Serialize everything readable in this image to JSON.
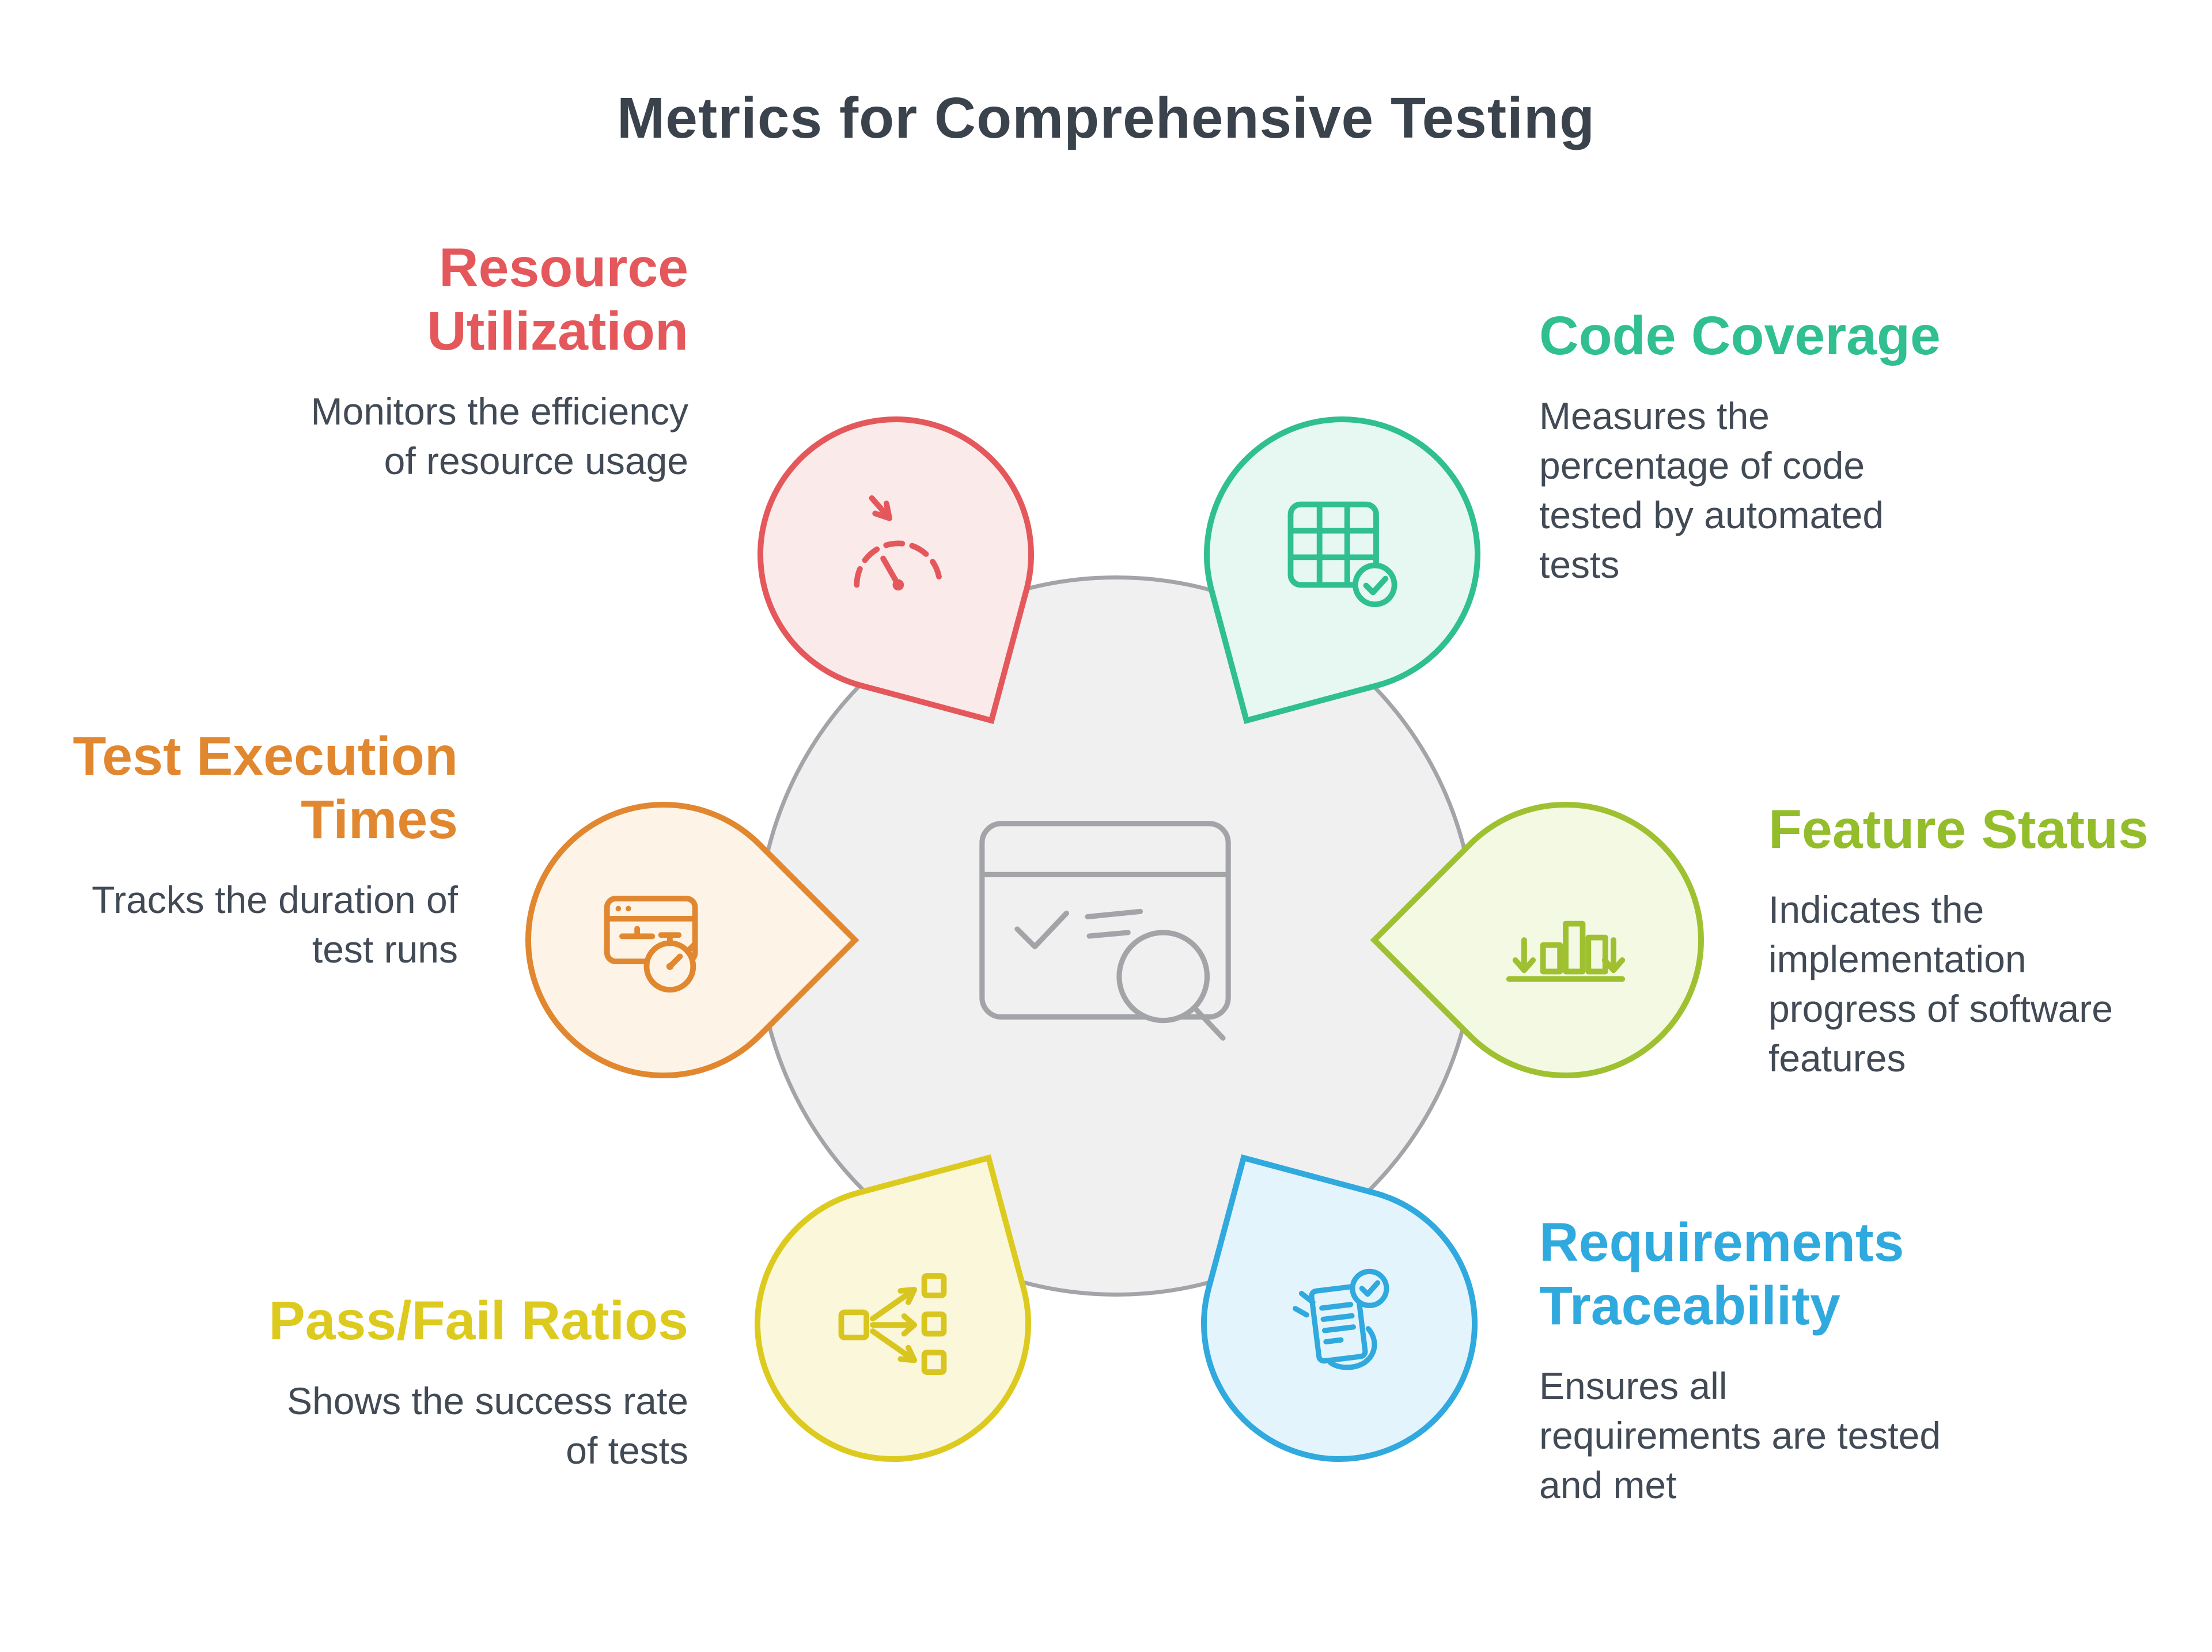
{
  "title": "Metrics for Comprehensive Testing",
  "colors": {
    "title_text": "#3a424c",
    "body_text": "#414a55",
    "center_circle_fill": "#f0f0f1",
    "center_circle_border": "#a3a4a7"
  },
  "center": {
    "icon": "test-report-search-icon"
  },
  "metrics": [
    {
      "id": "resource-utilization",
      "label": "Resource\nUtilization",
      "description": "Monitors the efficiency\nof resource usage",
      "accent": "#e4585c",
      "fill": "#fbeaea",
      "icon": "gauge-arrow-icon",
      "position": "top-left"
    },
    {
      "id": "code-coverage",
      "label": "Code Coverage",
      "description": "Measures the\npercentage of code\ntested by automated\ntests",
      "accent": "#2fbf90",
      "fill": "#e6f8f1",
      "icon": "coverage-grid-check-icon",
      "position": "top-right"
    },
    {
      "id": "feature-status",
      "label": "Feature Status",
      "description": "Indicates the\nimplementation\nprogress of software\nfeatures",
      "accent": "#9fc131",
      "fill": "#f4f9e3",
      "icon": "bar-chart-arrows-icon",
      "position": "right"
    },
    {
      "id": "requirements-traceability",
      "label": "Requirements\nTraceability",
      "description": "Ensures all\nrequirements are tested\nand met",
      "accent": "#2fa9de",
      "fill": "#e4f4fc",
      "icon": "requirements-doc-check-icon",
      "position": "bottom-right"
    },
    {
      "id": "pass-fail-ratios",
      "label": "Pass/Fail Ratios",
      "description": "Shows the success rate\nof tests",
      "accent": "#ddca1f",
      "fill": "#fbf7da",
      "icon": "branch-results-icon",
      "position": "bottom-left"
    },
    {
      "id": "test-execution-times",
      "label": "Test Execution\nTimes",
      "description": "Tracks the duration of\ntest runs",
      "accent": "#e1872f",
      "fill": "#fdf3e7",
      "icon": "browser-stopwatch-icon",
      "position": "left"
    }
  ]
}
